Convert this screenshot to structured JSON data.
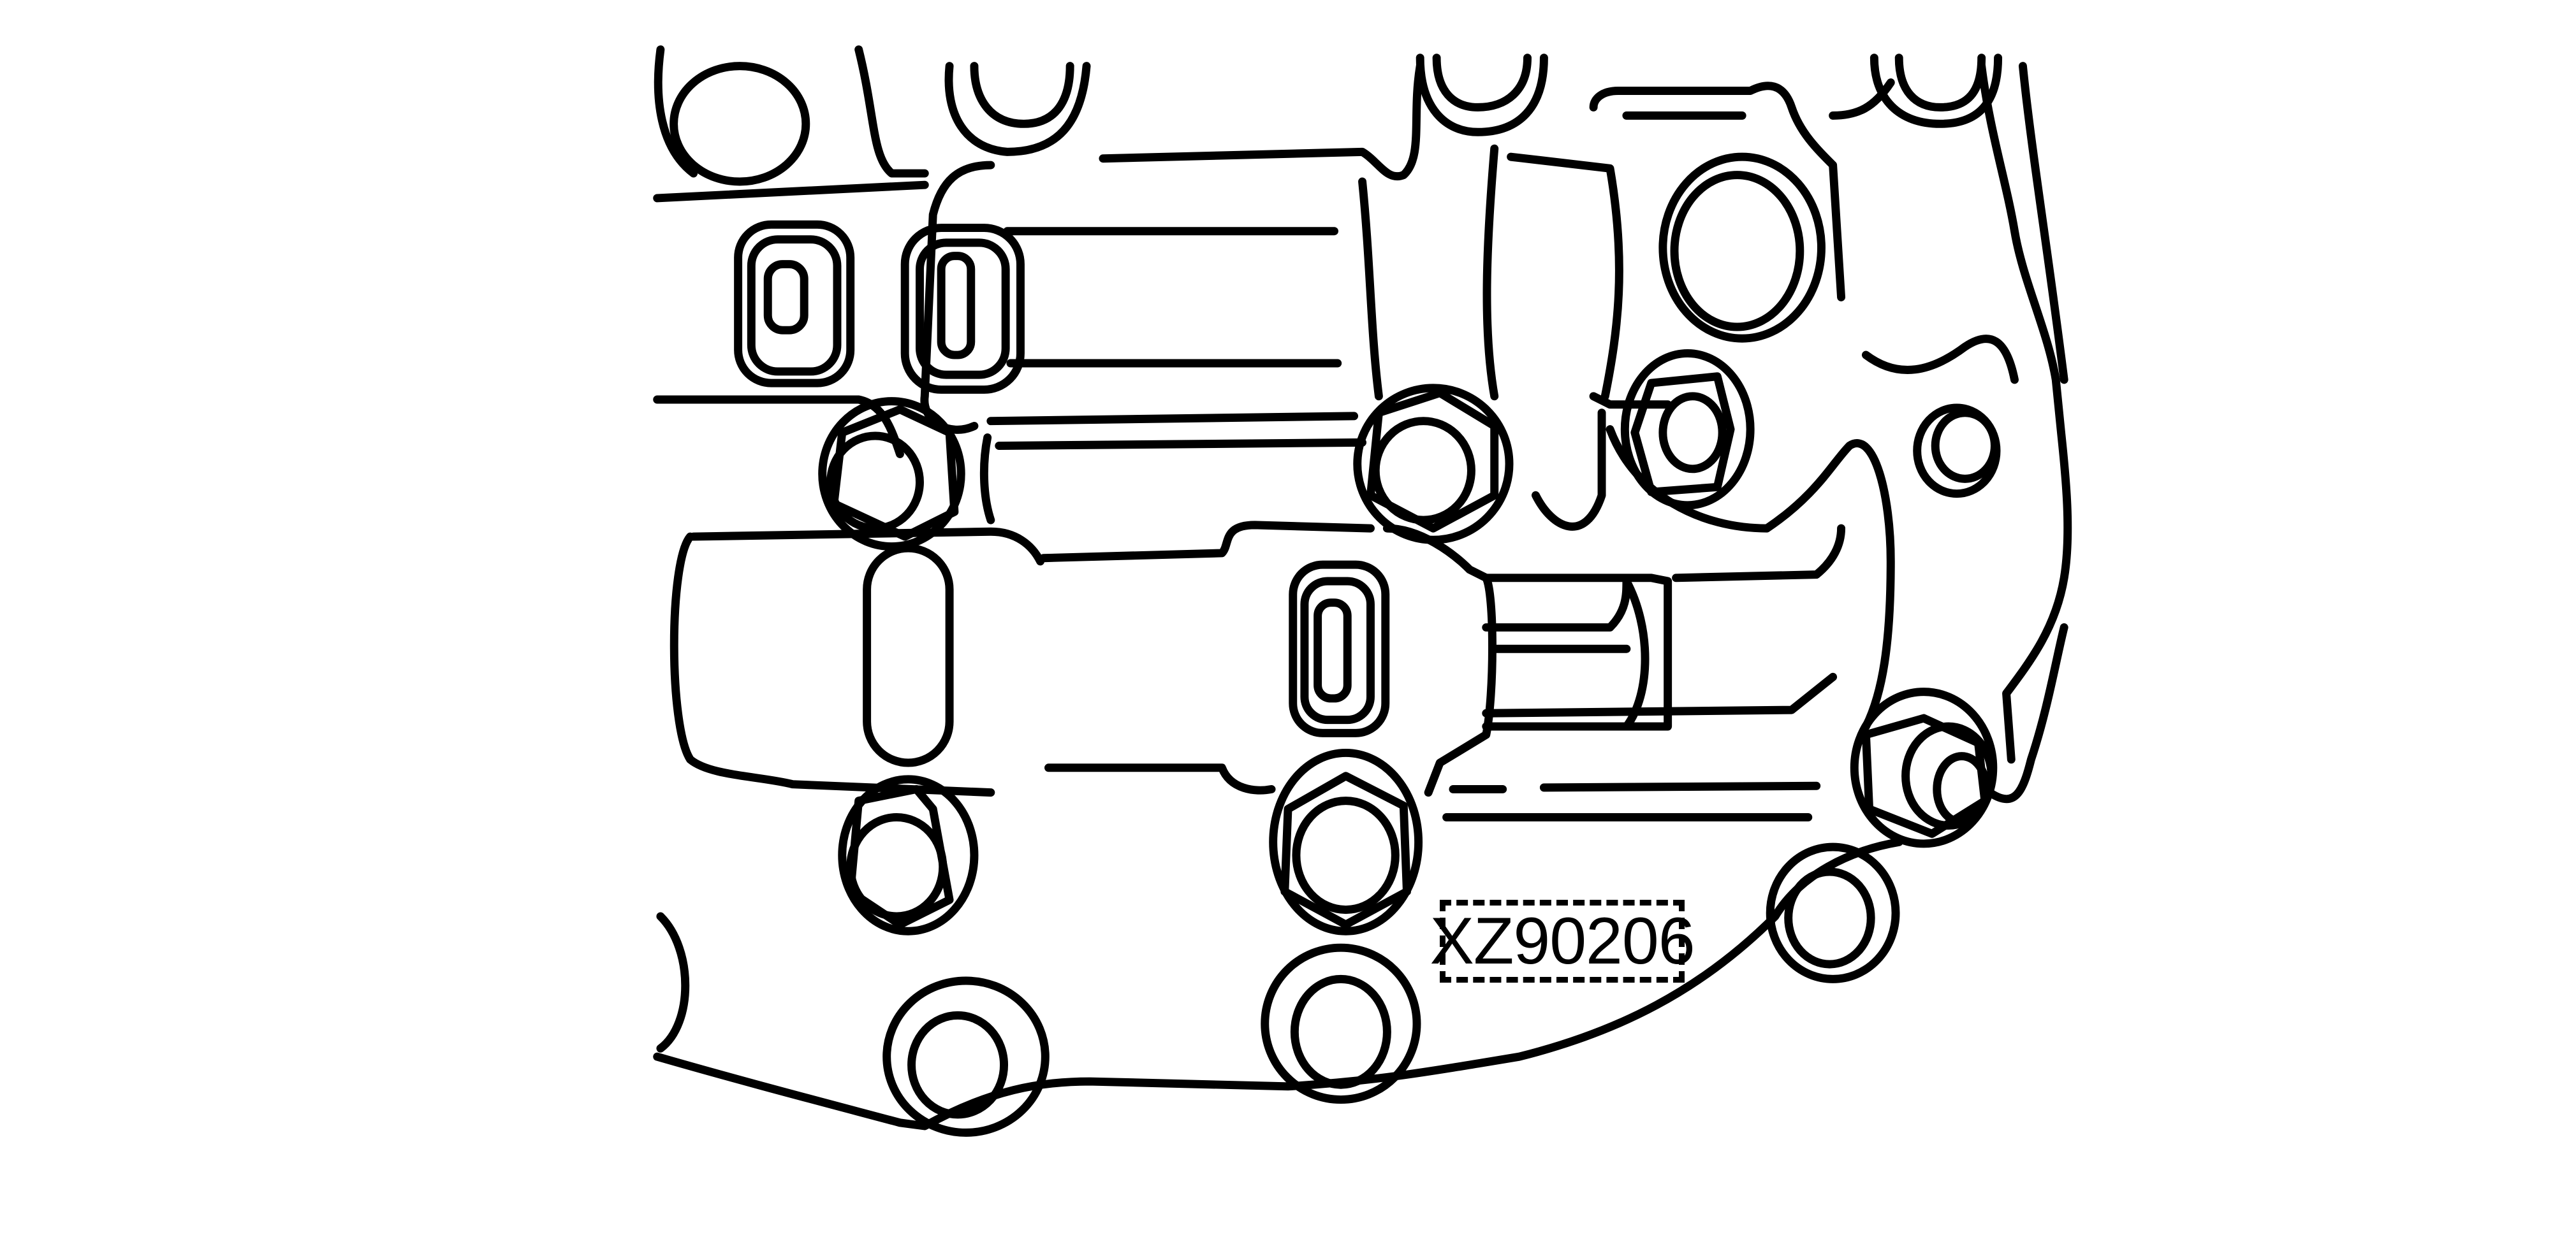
{
  "figure": {
    "type": "technical line illustration",
    "subject": "transmission valve body with bolts",
    "label": "XZ90206",
    "colors": {
      "line": "#000000",
      "background": "#ffffff"
    }
  }
}
